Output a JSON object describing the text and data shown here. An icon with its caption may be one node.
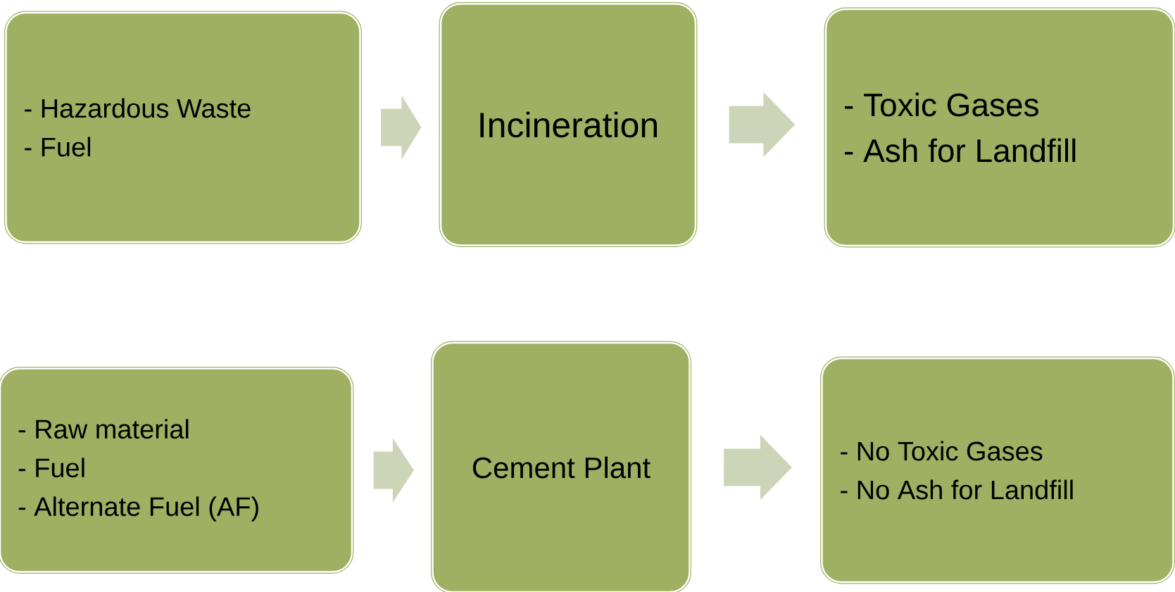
{
  "diagram": {
    "nodes": [
      {
        "text": [
          "-  Hazardous  Waste",
          "-  Fuel"
        ]
      },
      {
        "text": [
          "Incineration"
        ]
      },
      {
        "text": [
          "- Toxic Gases",
          "- Ash for Landfill"
        ]
      },
      {
        "text": [
          "-  Raw material",
          "-  Fuel",
          "-  Alternate Fuel (AF)"
        ]
      },
      {
        "text": [
          "Cement Plant"
        ]
      },
      {
        "text": [
          "- No Toxic Gases",
          "- No Ash for Landfill"
        ]
      }
    ],
    "edges": [
      {
        "from": 0,
        "to": 1,
        "arrow": "to"
      },
      {
        "from": 1,
        "to": 2,
        "arrow": "to"
      },
      {
        "from": 3,
        "to": 4,
        "arrow": "to"
      },
      {
        "from": 4,
        "to": 5,
        "arrow": "to"
      }
    ]
  }
}
